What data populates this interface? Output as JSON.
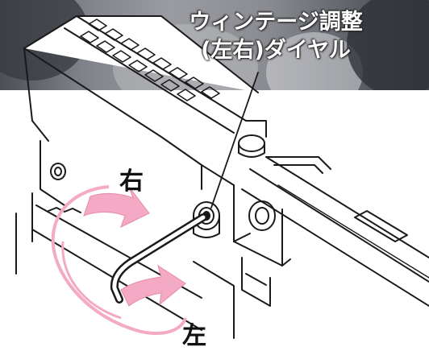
{
  "callout": {
    "line1": "ウィンテージ調整",
    "line2": "(左右)ダイヤル"
  },
  "labels": {
    "right": "右",
    "left": "左"
  },
  "colors": {
    "arrow_pink": "#f4a9c4",
    "photo_band": "#8a8c92",
    "line_art": "#1a1a1a"
  }
}
